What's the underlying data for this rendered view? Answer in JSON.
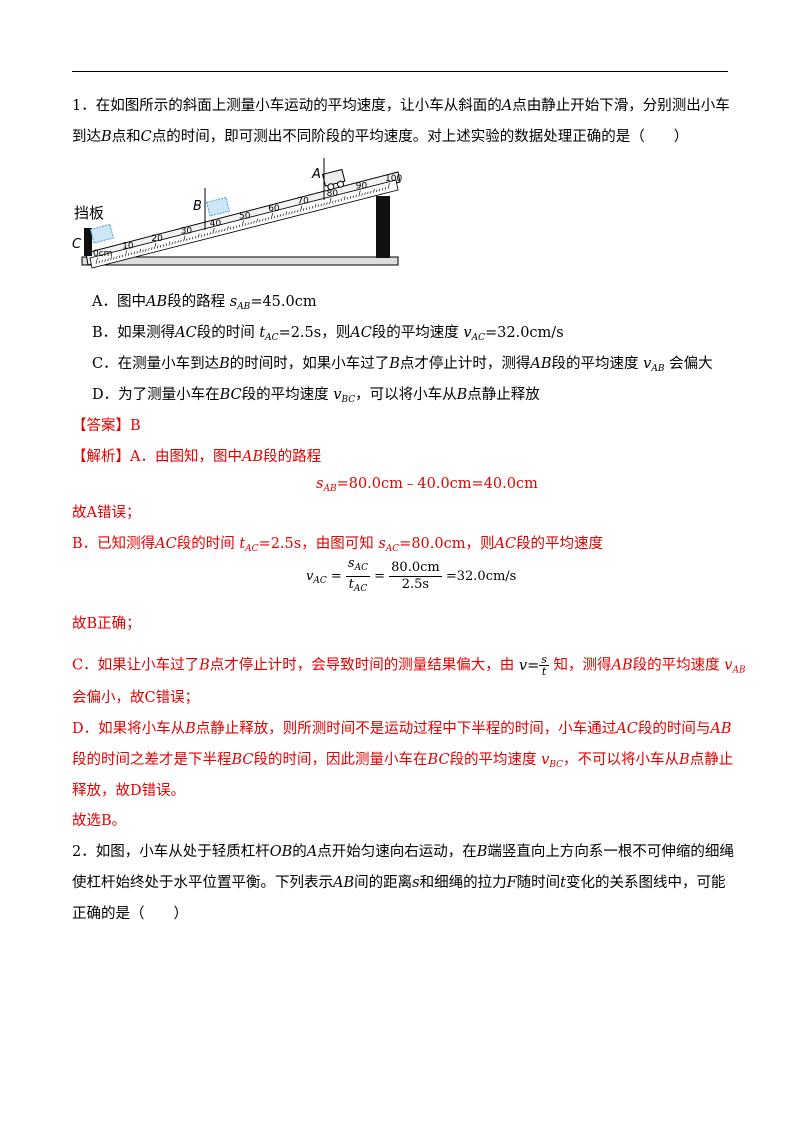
{
  "q1": {
    "stem1": "1．在如图所示的斜面上测量小车运动的平均速度，让小车从斜面的",
    "stem1_A": "A",
    "stem1_b": "点由静止开始下滑，分别测出小车",
    "stem2_a": "到达",
    "stem2_B": "B",
    "stem2_b": "点和",
    "stem2_C": "C",
    "stem2_c": "点的时间，即可测出不同阶段的平均速度。对上述实验的数据处理正确的是（　　）",
    "figure": {
      "label_dangban": "挡板",
      "label_A": "A",
      "label_B": "B",
      "label_C": "C",
      "scale_marks": [
        "0cm",
        "10",
        "20",
        "30",
        "40",
        "50",
        "60",
        "70",
        "80",
        "90",
        "100"
      ]
    },
    "options": {
      "A": "A．图中AB段的路程sAB=45.0cm",
      "B": "B．如果测得AC段的时间tAC=2.5s，则AC段的平均速度vAC=32.0cm/s",
      "C": "C．在测量小车到达B的时间时，如果小车过了B点才停止计时，测得AB段的平均速度vAB会偏大",
      "D": "D．为了测量小车在BC段的平均速度vBC，可以将小车从B点静止释放"
    },
    "answer_tag": "【答案】",
    "answer": "B",
    "analysis_tag": "【解析】",
    "analysis_A1": "A．由图知，图中AB段的路程",
    "eq1": "sAB=80.0cm﹣40.0cm=40.0cm",
    "wrongA": "故A错误；",
    "analysis_B1": "B．已知测得AC段的时间tAC=2.5s，由图可知sAC=80.0cm，则AC段的平均速度",
    "eq2_num": "80.0cm",
    "eq2_den": "2.5s",
    "eq2_result": "=32.0cm/s",
    "rightB": "故B正确；",
    "analysis_C1": "C．如果让小车过了B点才停止计时，会导致时间的测量结果偏大，由",
    "analysis_C1b": "知，测得AB段的平均速度vAB",
    "analysis_C2": "会偏小，故C错误；",
    "analysis_D1": "D．如果将小车从B点静止释放，则所测时间不是运动过程中下半程的时间，小车通过AC段的时间与AB",
    "analysis_D2": "段的时间之差才是下半程BC段的时间，因此测量小车在BC段的平均速度vBC，不可以将小车从B点静止",
    "analysis_D3": "释放，故D错误。",
    "conclusion": "故选B。"
  },
  "q2": {
    "line1": "2．如图，小车从处于轻质杠杆OB的A点开始匀速向右运动，在B端竖直向上方向系一根不可伸缩的细绳",
    "line2": "使杠杆始终处于水平位置平衡。下列表示AB间的距离s和细绳的拉力F随时间t变化的关系图线中，可能",
    "line3": "正确的是（　　）"
  }
}
